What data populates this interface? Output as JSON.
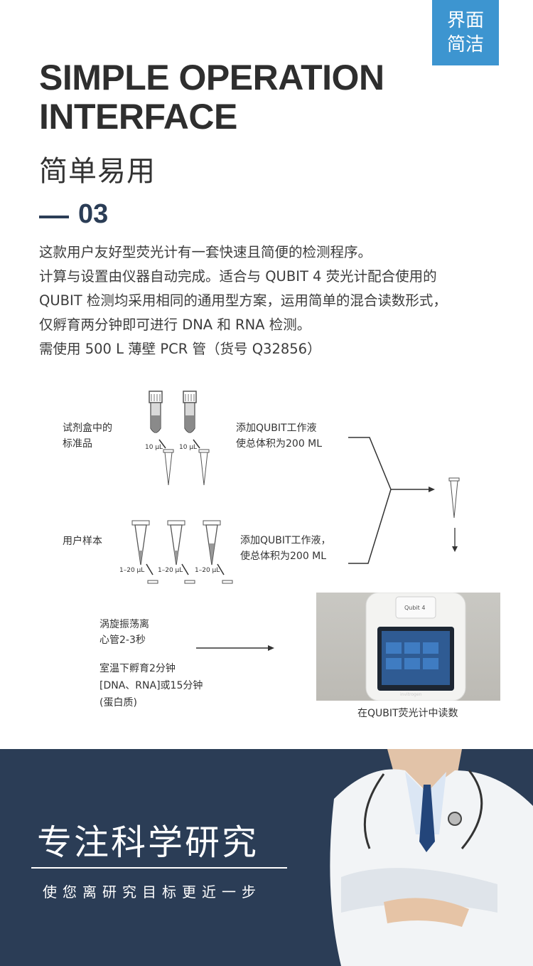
{
  "badge": {
    "line1": "界面",
    "line2": "简洁"
  },
  "title_en": {
    "line1": "SIMPLE OPERATION",
    "line2": "INTERFACE"
  },
  "title_cn": "简单易用",
  "section_number": "03",
  "description": [
    "这款用户友好型荧光计有一套快速且简便的检测程序。",
    "计算与设置由仪器自动完成。适合与 QUBIT 4 荧光计配合使用的",
    " QUBIT 检测均采用相同的通用型方案，运用简单的混合读数形式，",
    "仅孵育两分钟即可进行 DNA 和 RNA 检测。",
    "需使用 500 L 薄壁 PCR 管（货号 Q32856）"
  ],
  "diagram": {
    "standards_label": {
      "line1": "试剂盒中的",
      "line2": "标准品"
    },
    "standard_volume": "10 μL",
    "add_reagent_1": {
      "line1": "添加QUBIT工作液",
      "line2": "使总体积为200 ML"
    },
    "user_sample_label": "用户样本",
    "sample_volume": "1–20 μL",
    "add_reagent_2": {
      "line1": "添加QUBIT工作液，",
      "line2": "使总体积为200 ML"
    },
    "vortex_text": {
      "line1": "涡旋振荡离",
      "line2": "心管2-3秒"
    },
    "incubate_text": {
      "line1": "室温下孵育2分钟",
      "line2": "[DNA、RNA]或15分钟",
      "line3": "(蛋白质)"
    },
    "read_caption": "在QUBIT荧光计中读数",
    "device_brand": "Qubit 4",
    "device_maker": "invitrogen"
  },
  "footer": {
    "slogan": "专注科学研究",
    "sub_slogan": "使您离研究目标更近一步"
  },
  "colors": {
    "badge_blue": "#3d95d0",
    "navy": "#2b3d56",
    "text": "#333333"
  }
}
